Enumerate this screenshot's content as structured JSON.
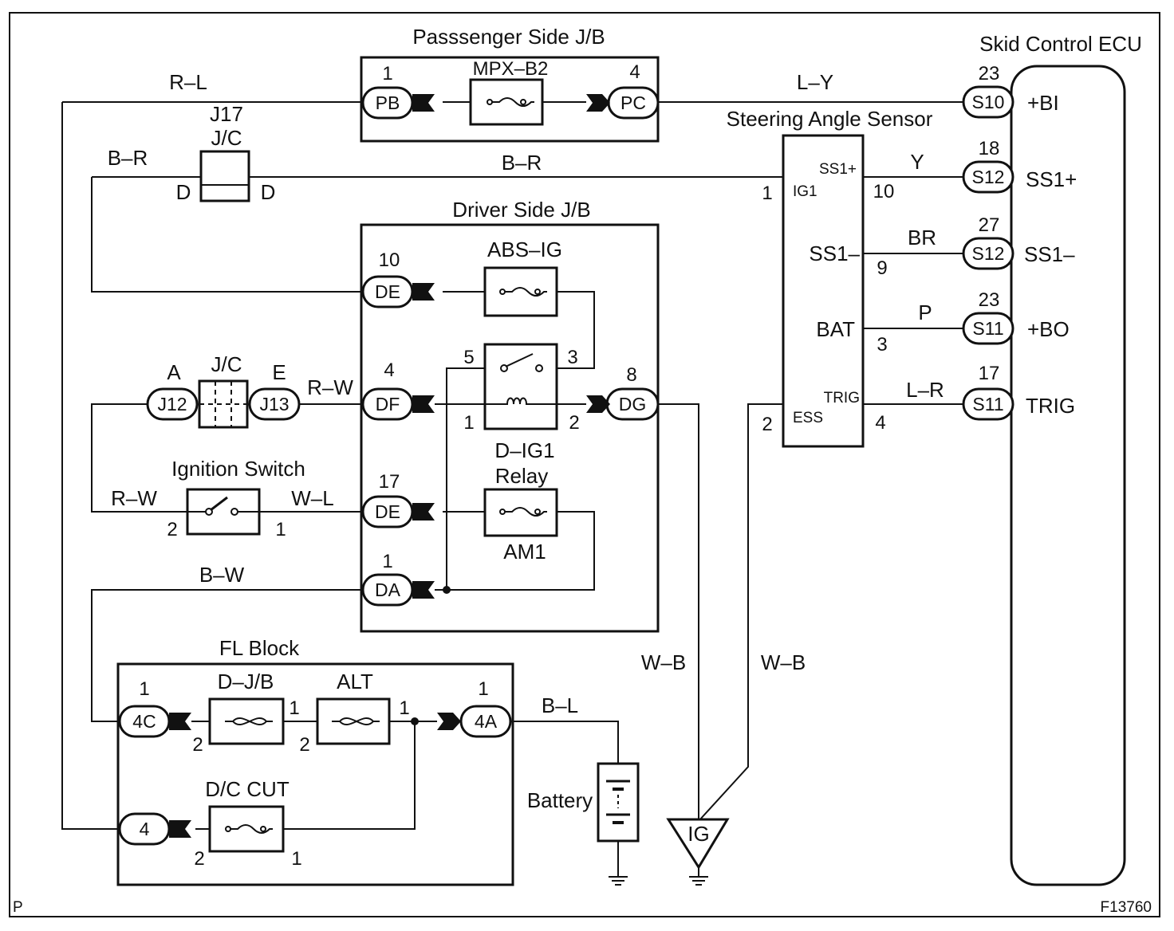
{
  "figure_id": "F13760",
  "corner_mark": "P",
  "blocks": {
    "passenger_jb": "Passsenger Side J/B",
    "driver_jb": "Driver Side J/B",
    "fl_block": "FL Block",
    "ecu": "Skid Control ECU",
    "sensor": "Steering Angle Sensor",
    "battery": "Battery",
    "ignition_switch": "Ignition Switch"
  },
  "junctions": {
    "j17": "J17",
    "j17_jc": "J/C",
    "j17_left_pin": "D",
    "j17_right_pin": "D",
    "jc2": "J/C",
    "jc2_left_pin": "A",
    "jc2_right_pin": "E"
  },
  "fuses": {
    "mpx_b2": "MPX–B2",
    "abs_ig": "ABS–IG",
    "am1": "AM1",
    "d_jb": "D–J/B",
    "alt": "ALT",
    "dc_cut": "D/C CUT",
    "relay_line1": "D–IG1",
    "relay_line2": "Relay"
  },
  "connectors": {
    "pb": "PB",
    "pc": "PC",
    "de_top": "DE",
    "df": "DF",
    "dg": "DG",
    "de_bot": "DE",
    "da": "DA",
    "j12": "J12",
    "j13": "J13",
    "c4c": "4C",
    "c4a": "4A",
    "c4": "4",
    "s10": "S10",
    "s12a": "S12",
    "s12b": "S12",
    "s11a": "S11",
    "s11b": "S11",
    "ground": "IG"
  },
  "pins": {
    "pb": "1",
    "pc": "4",
    "de_top": "10",
    "df": "4",
    "dg": "8",
    "de_bot": "17",
    "da": "1",
    "relay_5": "5",
    "relay_3": "3",
    "relay_1": "1",
    "relay_2": "2",
    "ign_2": "2",
    "ign_1": "1",
    "c4c": "1",
    "c4c_2": "2",
    "dj_1": "1",
    "alt_2": "2",
    "alt_1": "1",
    "c4a": "1",
    "c4_2": "2",
    "dc_1": "1",
    "sensor_ig1": "1",
    "sensor_ss1p": "10",
    "sensor_ss1m": "9",
    "sensor_bat": "3",
    "sensor_ess": "2",
    "sensor_trig": "4",
    "s10": "23",
    "s12a": "18",
    "s12b": "27",
    "s11a": "23",
    "s11b": "17"
  },
  "wires": {
    "rl": "R–L",
    "ly": "L–Y",
    "br_left": "B–R",
    "br_right": "B–R",
    "rw_top": "R–W",
    "rw_ign": "R–W",
    "wl": "W–L",
    "bw": "B–W",
    "bl": "B–L",
    "wb1": "W–B",
    "wb2": "W–B",
    "y": "Y",
    "brn": "BR",
    "p": "P",
    "lr": "L–R"
  },
  "sensor_terminals": {
    "ss1p": "SS1+",
    "ig1": "IG1",
    "ss1m": "SS1–",
    "bat": "BAT",
    "trig": "TRIG",
    "ess": "ESS"
  },
  "ecu_terminals": {
    "bi": "+BI",
    "ss1p": "SS1+",
    "ss1m": "SS1–",
    "bo": "+BO",
    "trig": "TRIG"
  }
}
